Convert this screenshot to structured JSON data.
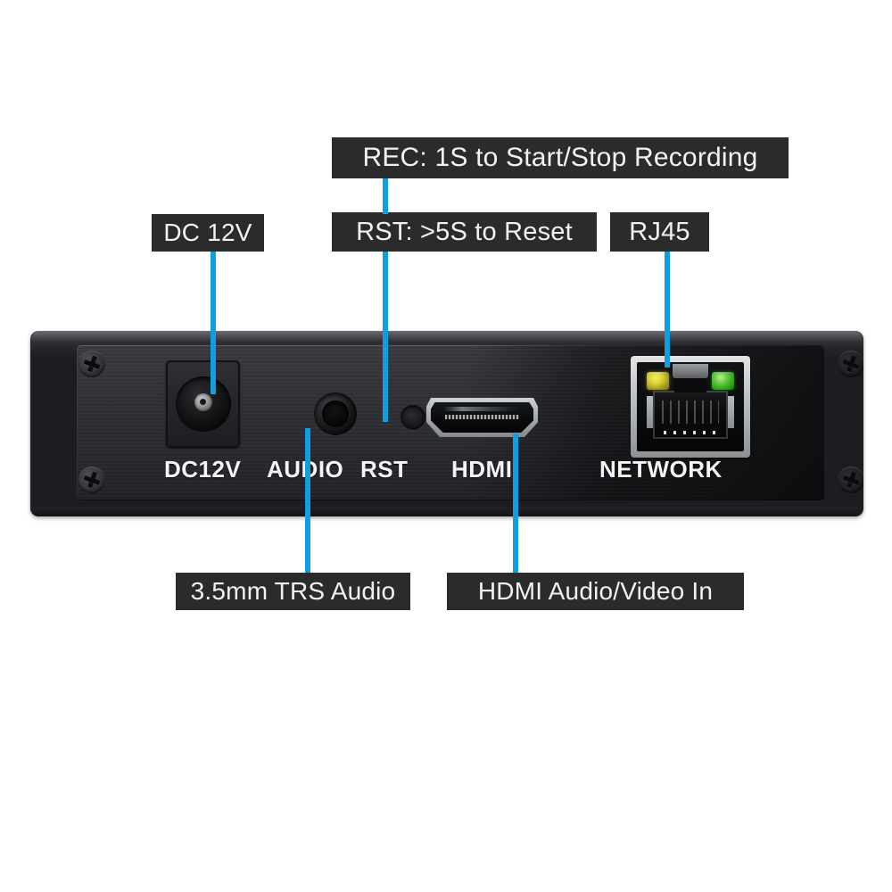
{
  "diagram": {
    "title": "Video Encoder Rear Panel Port Annotation",
    "accent_color": "#119ee0",
    "callout_bg": "#2b2b2b",
    "callout_text_color": "#f2f2f2",
    "background_color": "#ffffff"
  },
  "callouts": [
    {
      "id": "rec",
      "text": "REC: 1S to Start/Stop Recording"
    },
    {
      "id": "rst",
      "text": "RST:  >5S to Reset"
    },
    {
      "id": "rj45",
      "text": "RJ45"
    },
    {
      "id": "dc",
      "text": "DC 12V"
    },
    {
      "id": "trs",
      "text": "3.5mm TRS Audio"
    },
    {
      "id": "hdmi",
      "text": "HDMI Audio/Video In"
    }
  ],
  "panel": {
    "silkscreen": [
      {
        "id": "dc",
        "text": "DC12V"
      },
      {
        "id": "audio",
        "text": "AUDIO"
      },
      {
        "id": "rst",
        "text": "RST"
      },
      {
        "id": "hdmi",
        "text": "HDMI"
      },
      {
        "id": "network",
        "text": "NETWORK"
      }
    ],
    "leds": [
      {
        "id": "link-led",
        "color": "#d6cf32"
      },
      {
        "id": "activity-led",
        "color": "#5cc63c"
      }
    ],
    "chassis_color": "#1b1d20",
    "faceplate_color": "#303236"
  }
}
